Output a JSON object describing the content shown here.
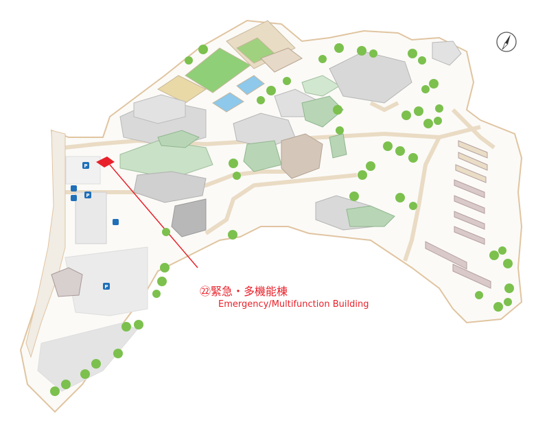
{
  "map": {
    "highlight": {
      "jp_label": "㉒緊急・多機能棟",
      "en_label": "Emergency/Multifunction Building",
      "color": "#e8212a"
    },
    "parking_symbol": "P",
    "compass_icon": "compass-icon",
    "colors": {
      "building": "#d8d8d8",
      "green_building": "#b8d6b6",
      "field": "#8fcf78",
      "pool": "#8ec8ea",
      "path_border": "#e0c4a0",
      "tree": "#7cc04e",
      "parking": "#1f6fb8"
    }
  }
}
